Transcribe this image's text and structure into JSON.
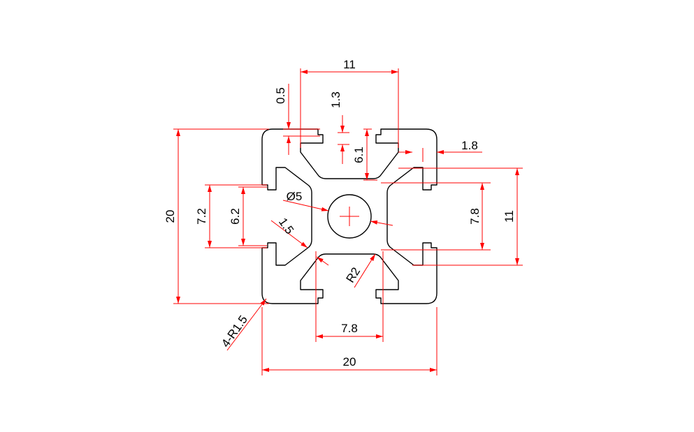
{
  "drawing": {
    "title": "20x20 aluminium extrusion profile cross-section",
    "colors": {
      "dimension": "#ff0000",
      "outline": "#000000"
    },
    "labels": {
      "top_width": "11",
      "lip_thickness": "0.5",
      "lip_depth": "1.3",
      "slot_depth": "6.1",
      "wall": "1.8",
      "height": "20",
      "slot_outer": "7.2",
      "slot_opening": "6.2",
      "hole": "Ø5",
      "web": "1.5",
      "right_inner": "7.8",
      "right_outer": "11",
      "radius": "R2",
      "corner_radius": "4-R1.5",
      "bottom_inner": "7.8",
      "width": "20"
    }
  }
}
